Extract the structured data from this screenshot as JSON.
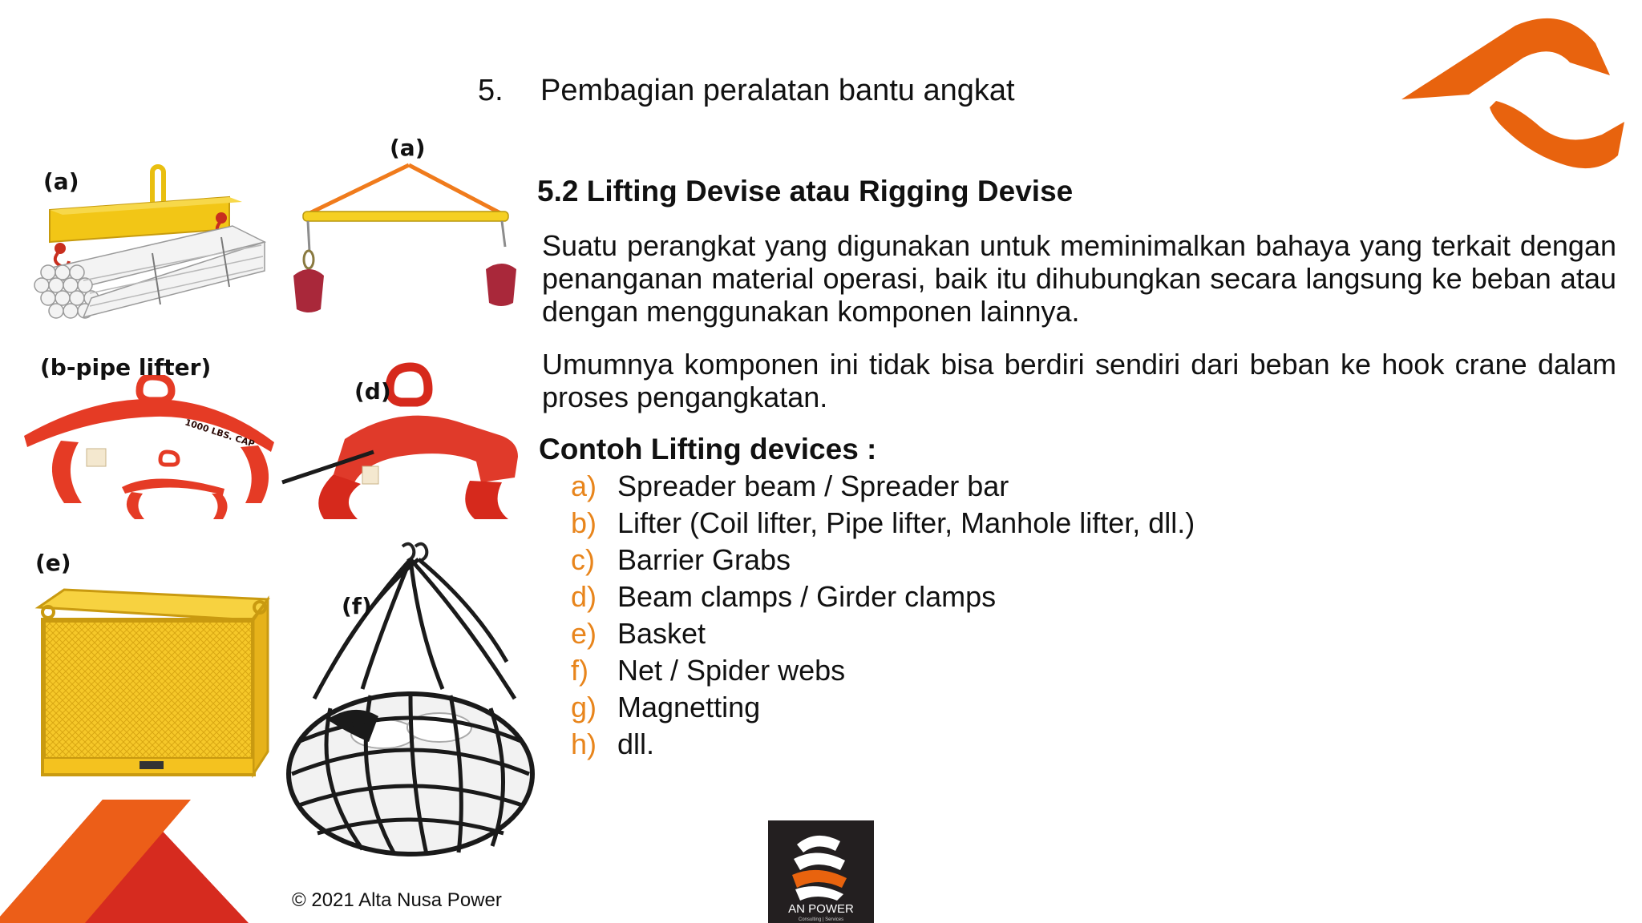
{
  "slide": {
    "number": "5.",
    "title": "Pembagian peralatan bantu angkat",
    "subtitle": "5.2 Lifting Devise atau Rigging Devise",
    "paragraph1": "Suatu perangkat yang digunakan untuk meminimalkan bahaya yang terkait dengan penanganan material operasi, baik itu dihubungkan secara langsung ke beban atau dengan menggunakan komponen lainnya.",
    "paragraph2": "Umumnya komponen ini tidak bisa berdiri sendiri dari beban ke hook crane dalam proses pengangkatan.",
    "examples_heading": "Contoh Lifting devices :",
    "examples": [
      {
        "marker": "a)",
        "text": "Spreader beam / Spreader bar"
      },
      {
        "marker": "b)",
        "text": "Lifter (Coil lifter, Pipe lifter, Manhole lifter, dll.)"
      },
      {
        "marker": "c)",
        "text": "Barrier Grabs"
      },
      {
        "marker": "d)",
        "text": "Beam clamps / Girder clamps"
      },
      {
        "marker": "e)",
        "text": "Basket"
      },
      {
        "marker": "f)",
        "text": "Net / Spider webs"
      },
      {
        "marker": "g)",
        "text": "Magnetting"
      },
      {
        "marker": "h)",
        "text": "dll."
      }
    ]
  },
  "image_labels": {
    "spreader_beam": "(a)",
    "spreader_bar": "(a)",
    "pipe_lifter": "(b-pipe lifter)",
    "beam_clamp": "(d)",
    "basket": "(e)",
    "net": "(f)"
  },
  "product_text": {
    "pipe_lifter_cap": "1000 LBS. CAP"
  },
  "footer": {
    "copyright": "© 2021 Alta Nusa Power",
    "logo_text": "AN POWER",
    "logo_tagline": "Consulting | Services"
  },
  "colors": {
    "brand_orange": "#e8630e",
    "brand_red": "#d62b1f",
    "list_marker": "#e8851c",
    "lifter_red": "#e53b25",
    "basket_yellow": "#f4c21f",
    "beam_yellow": "#f2c616"
  }
}
